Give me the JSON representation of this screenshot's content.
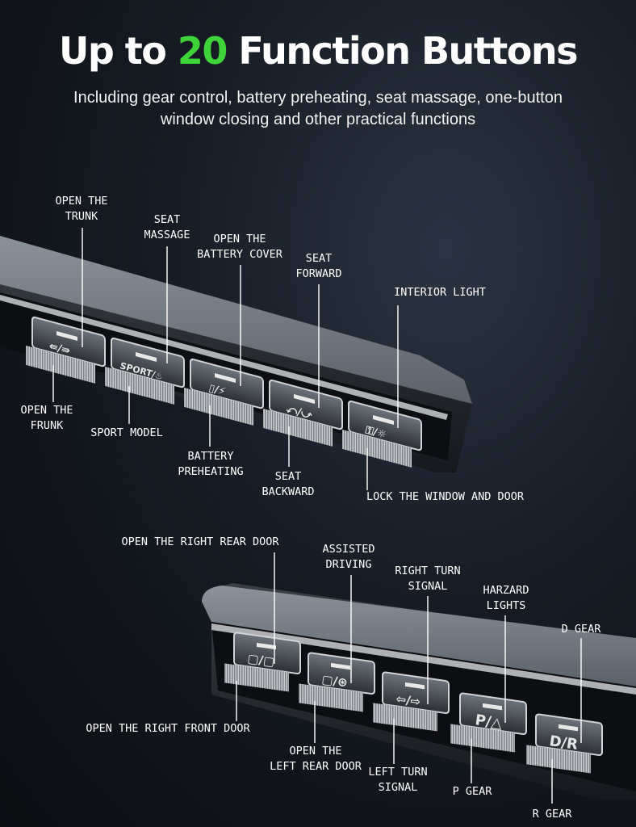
{
  "header": {
    "title_pre": "Up to ",
    "title_num": "20",
    "title_post": " Function Buttons",
    "subtitle_line1": "Including gear control, battery preheating, seat massage, one-button",
    "subtitle_line2": "window closing and other practical functions"
  },
  "colors": {
    "accent": "#3fd33a",
    "text": "#ffffff",
    "background": "#12161c"
  },
  "panel1": {
    "buttons": [
      {
        "icon": "⇚/⇛"
      },
      {
        "icon": "SPORT/♨"
      },
      {
        "icon": "▯/⚡"
      },
      {
        "icon": "⤺/⤻"
      },
      {
        "icon": "⚿/☼"
      }
    ],
    "labels_top": {
      "open_trunk_1": "OPEN THE",
      "open_trunk_2": "TRUNK",
      "seat_massage_1": "SEAT",
      "seat_massage_2": "MASSAGE",
      "battery_cover_1": "OPEN THE",
      "battery_cover_2": "BATTERY COVER",
      "seat_forward_1": "SEAT",
      "seat_forward_2": "FORWARD",
      "interior_light": "INTERIOR LIGHT"
    },
    "labels_bottom": {
      "open_frunk_1": "OPEN THE",
      "open_frunk_2": "FRUNK",
      "sport_model": "SPORT MODEL",
      "battery_preheat_1": "BATTERY",
      "battery_preheat_2": "PREHEATING",
      "seat_backward_1": "SEAT",
      "seat_backward_2": "BACKWARD",
      "lock_window_door": "LOCK THE WINDOW AND DOOR"
    }
  },
  "panel2": {
    "buttons": [
      {
        "icon": "▢/▢"
      },
      {
        "icon": "▢/⊛"
      },
      {
        "icon": "⇦/⇨"
      },
      {
        "icon": "P/△"
      },
      {
        "icon": "D/R"
      }
    ],
    "labels_top": {
      "right_rear_door": "OPEN THE RIGHT REAR DOOR",
      "assisted_1": "ASSISTED",
      "assisted_2": "DRIVING",
      "right_turn_1": "RIGHT TURN",
      "right_turn_2": "SIGNAL",
      "hazard_1": "HARZARD",
      "hazard_2": "LIGHTS",
      "d_gear": "D GEAR"
    },
    "labels_bottom": {
      "right_front_door": "OPEN THE RIGHT FRONT DOOR",
      "left_rear_1": "OPEN THE",
      "left_rear_2": "LEFT REAR DOOR",
      "left_turn_1": "LEFT TURN",
      "left_turn_2": "SIGNAL",
      "p_gear": "P GEAR",
      "r_gear": "R GEAR"
    }
  }
}
